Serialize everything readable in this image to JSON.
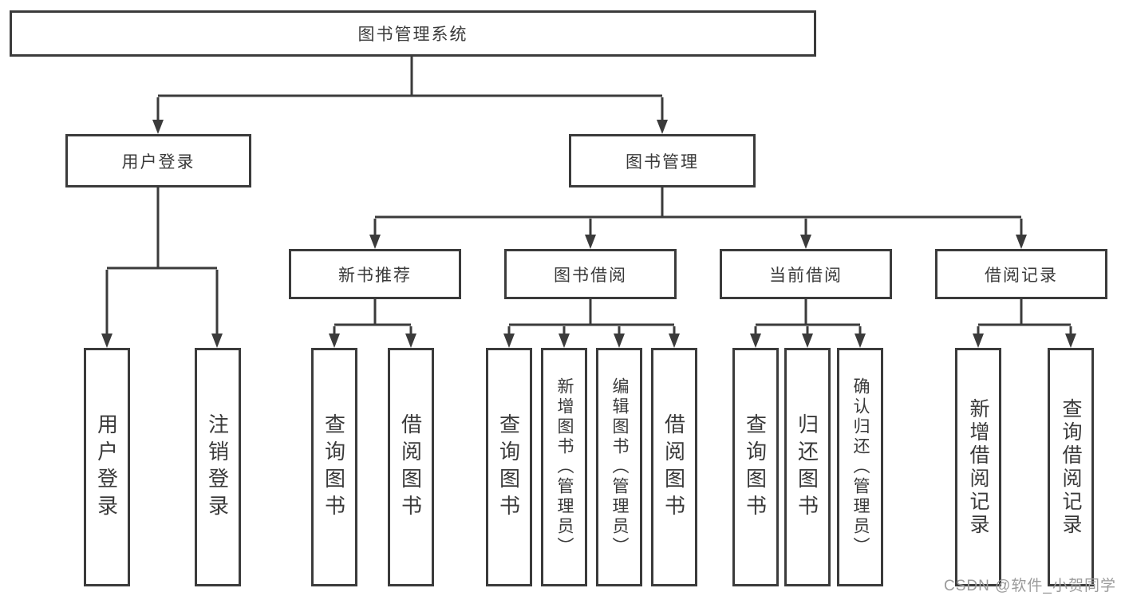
{
  "tree": {
    "label": "图书管理系统",
    "children": [
      {
        "label": "用户登录",
        "children": [
          {
            "label": "用户登录"
          },
          {
            "label": "注销登录"
          }
        ]
      },
      {
        "label": "图书管理",
        "children": [
          {
            "label": "新书推荐",
            "children": [
              {
                "label": "查询图书"
              },
              {
                "label": "借阅图书"
              }
            ]
          },
          {
            "label": "图书借阅",
            "children": [
              {
                "label": "查询图书"
              },
              {
                "label": "新增图书（管理员）"
              },
              {
                "label": "编辑图书（管理员）"
              },
              {
                "label": "借阅图书"
              }
            ]
          },
          {
            "label": "当前借阅",
            "children": [
              {
                "label": "查询图书"
              },
              {
                "label": "归还图书"
              },
              {
                "label": "确认归还（管理员）"
              }
            ]
          },
          {
            "label": "借阅记录",
            "children": [
              {
                "label": "新增借阅记录"
              },
              {
                "label": "查询借阅记录"
              }
            ]
          }
        ]
      }
    ]
  },
  "watermark": "CSDN @软件_小贺同学",
  "colors": {
    "line": "#3b3b3b",
    "text": "#3a3a3a",
    "watermark": "#9b9b9b",
    "background": "#ffffff"
  }
}
